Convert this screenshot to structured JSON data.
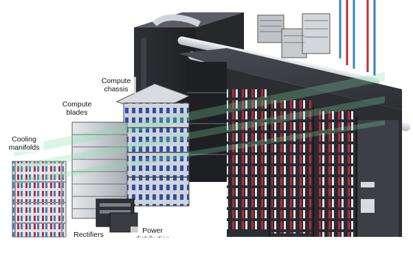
{
  "labels": {
    "cooling_manifolds": "Cooling\nmanifolds",
    "compute_blades": "Compute\nblades",
    "compute_chassis": "Compute\nchassis",
    "rectifiers": "Rectifiers",
    "power_distribution": "Power\ndistribution"
  },
  "colors": {
    "background": "#ffffff",
    "cabinet_dark": "#2b2d31",
    "cabinet_mid": "#3c3f45",
    "blade_silver": "#c9ccd1",
    "pipe": "#d9dee4",
    "hose_blue": "#3a7fc0",
    "hose_red": "#c0283a",
    "blade_blue": "#2a50a8",
    "watermark_green": "#7fe0a8"
  }
}
